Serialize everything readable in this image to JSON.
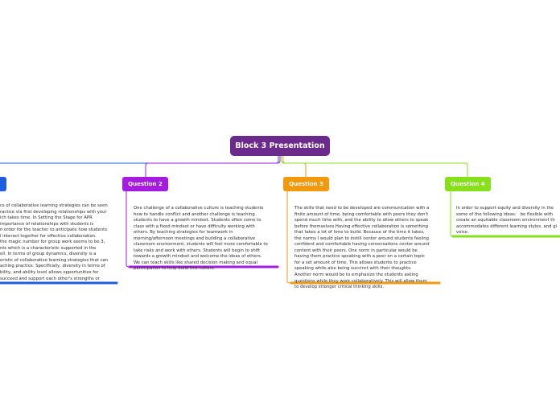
{
  "colors": {
    "root": "#6b2a8c",
    "q1": "#1f5de0",
    "q2": "#a61be0",
    "q3": "#f2990e",
    "q4": "#86e01a"
  },
  "root": {
    "label": "Block 3 Presentation"
  },
  "nodes": [
    {
      "key": "q1",
      "label": "",
      "text": "cs of collaborative learning strategies can be seen\nractice via first developing relationships with your\nich takes time. In Setting the Stage for APR\nimportance of relationships with students is\nn order for the teacher to anticipate how students\nl interact together for effective collaboration.\nthe magic number for group work seems to be 3,\nnts which is a characteristic supported in the\nell. In terms of group dynamics, diversity is a\neristic of collaborative learning strategies that can\naching practice. Specifically, diversity in terms of\nbility, and ability level allows opportunities for\nsucceed and support each other's strengths or"
    },
    {
      "key": "q2",
      "label": "Question 2",
      "text": "One challenge of a collaborative culture is teaching students\nhow to handle conflict and another challenge is teaching\nstudents to have a growth mindset. Students often come to\nclass with a fixed mindset or have difficulty working with\nothers. By teaching strategies for teamwork in\nmorning/afternoon meetings and building a collaborative\nclassroom environment, students will feel more comfortable to\ntake risks and work with others. Students will begin to shift\ntowards a growth mindset and welcome the ideas of others.\nWe can teach skills like shared decision making and equal\nparticipation to help build this culture."
    },
    {
      "key": "q3",
      "label": "Question 3",
      "text": "The skills that need to be developed are communication with a\nfinite amount of time, being comfortable with peers they don't\nspend much time with, and the ability to allow others to speak\nbefore themselves.Having effective collaboration is something\nthat takes a lot of time to build. Because of the time it takes,\nthe norms I would plan to instill center around students feeling\nconfident and comfortable having conversations center around\ncontent with their peers. One norm in particular would be\nhaving them practice speaking with a peer on a certain topic\nfor a set amount of time. This allows students to practice\nspeaking while also being succinct with their thoughts.\nAnother norm would be to emphasize the students asking\nquestions while they work collaboratively. This will allow them\nto develop stronger critical thinking skills."
    },
    {
      "key": "q4",
      "label": "Question 4",
      "text": "In order to support equity and diversity in the\nsome of the following ideas:   be flexible with\ncreate an equitable classroom environment th\naccommodates different learning styles, and gi\nvoice."
    }
  ]
}
